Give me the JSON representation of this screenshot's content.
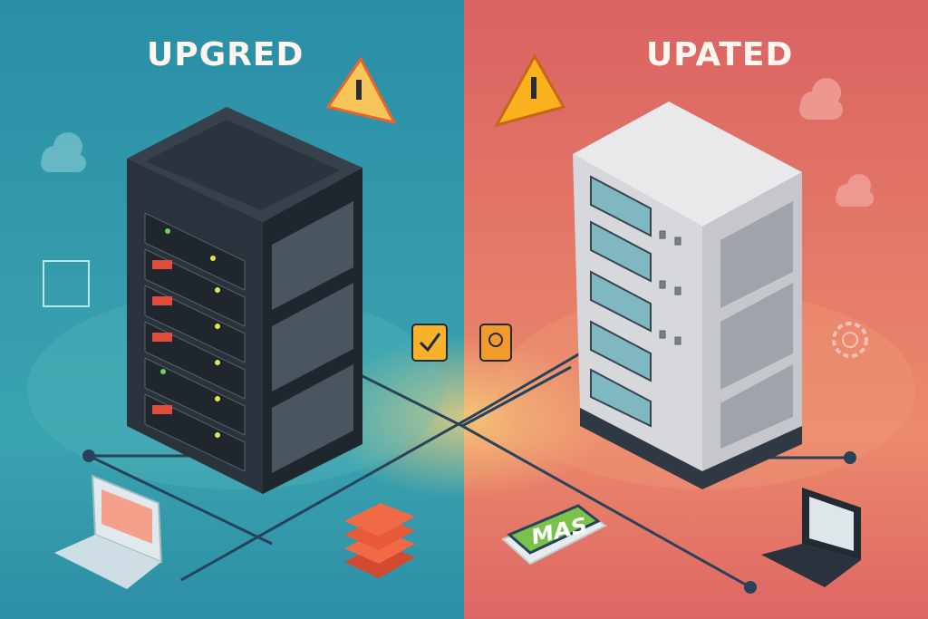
{
  "left_panel": {
    "title": "UPGRED",
    "bg": "#2f93a8"
  },
  "right_panel": {
    "title": "UPATED",
    "bg": "#dc6464"
  },
  "nas_device": {
    "label": "MAS",
    "color": "#7cc24a"
  }
}
